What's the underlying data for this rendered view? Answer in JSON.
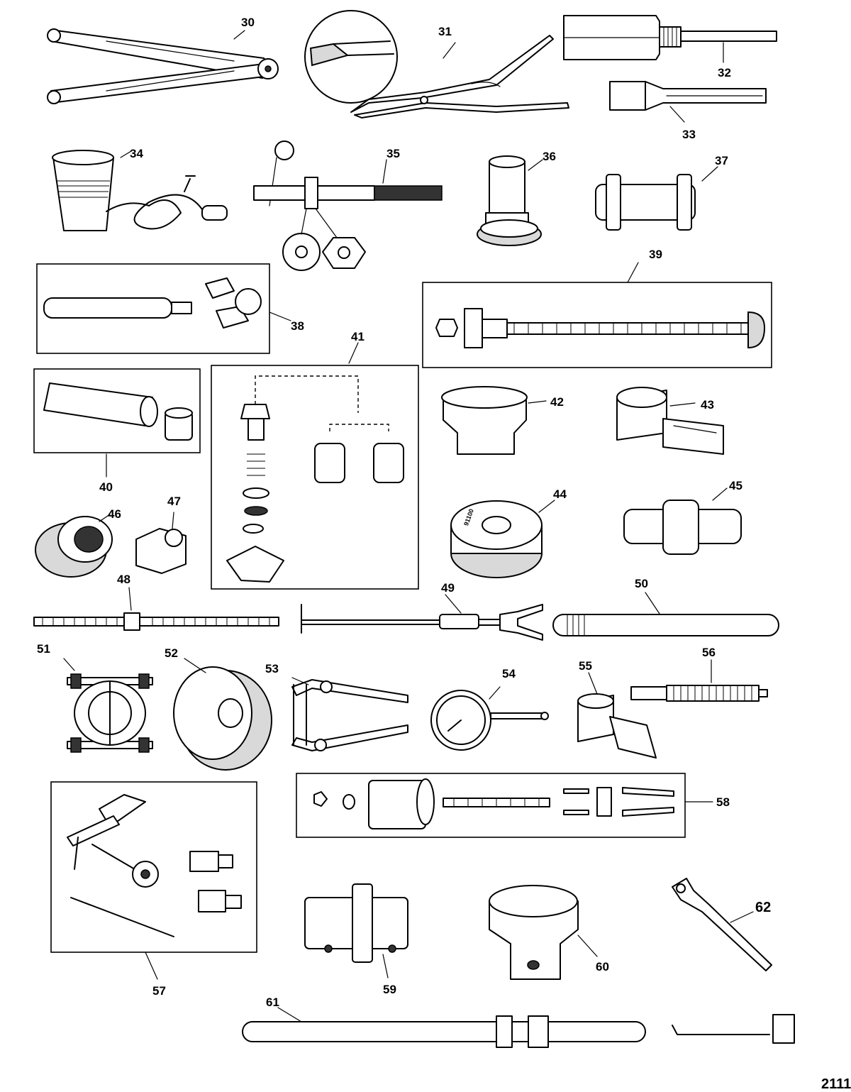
{
  "callouts": {
    "c30": "30",
    "c31": "31",
    "c32": "32",
    "c33": "33",
    "c34": "34",
    "c35": "35",
    "c36": "36",
    "c37": "37",
    "c38": "38",
    "c39": "39",
    "c40": "40",
    "c41": "41",
    "c42": "42",
    "c43": "43",
    "c44": "44",
    "c45": "45",
    "c46": "46",
    "c47": "47",
    "c48": "48",
    "c49": "49",
    "c50": "50",
    "c51": "51",
    "c52": "52",
    "c53": "53",
    "c54": "54",
    "c55": "55",
    "c56": "56",
    "c57": "57",
    "c58": "58",
    "c59": "59",
    "c60": "60",
    "c61": "61",
    "c62": "62"
  },
  "figure_number": "2111",
  "part_marks": {
    "puller_plate_stamp": "91100"
  }
}
